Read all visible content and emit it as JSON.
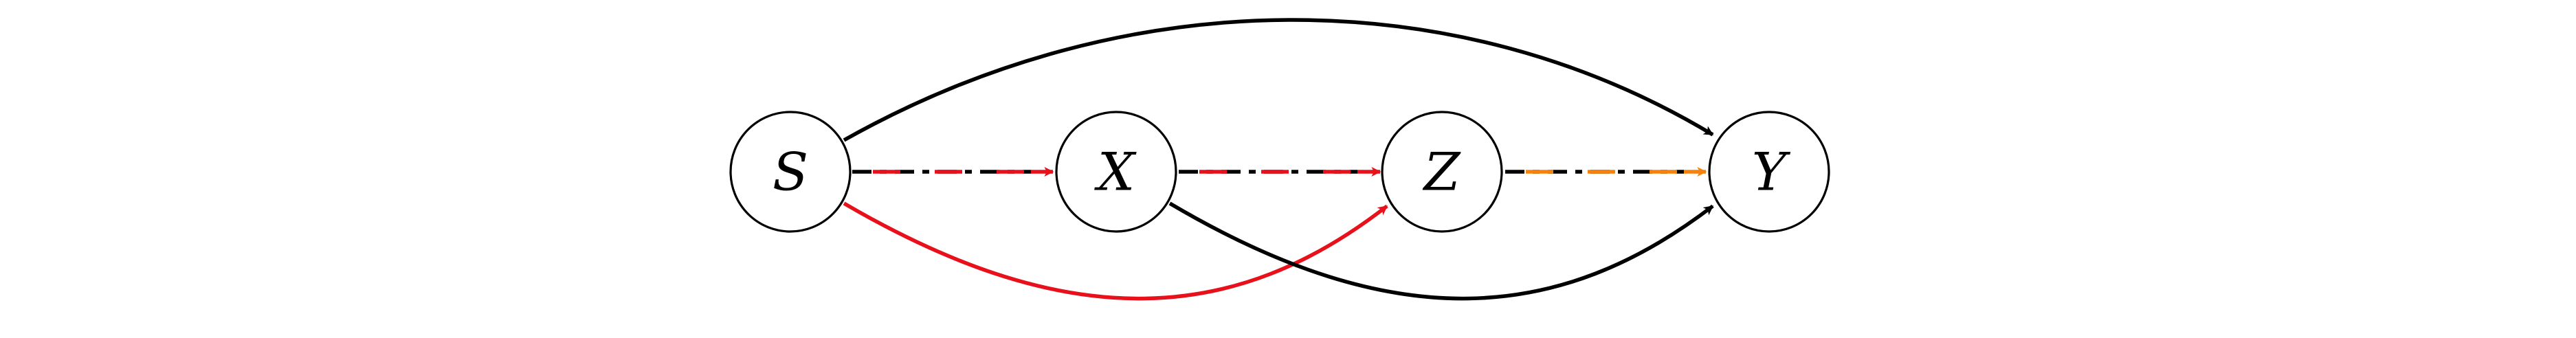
{
  "nodes": [
    {
      "id": "S",
      "label": "S"
    },
    {
      "id": "X",
      "label": "X"
    },
    {
      "id": "Z",
      "label": "Z"
    },
    {
      "id": "Y",
      "label": "Y"
    }
  ],
  "edges": [
    {
      "from": "S",
      "to": "Y",
      "style": "solid",
      "color": "#000000",
      "route": "over"
    },
    {
      "from": "S",
      "to": "X",
      "style": "dash-dot",
      "color": "#000000",
      "accent": "#e8111b"
    },
    {
      "from": "X",
      "to": "Z",
      "style": "dash-dot",
      "color": "#000000",
      "accent": "#e8111b"
    },
    {
      "from": "Z",
      "to": "Y",
      "style": "dash-dot",
      "color": "#000000",
      "accent": "#f5820d"
    },
    {
      "from": "S",
      "to": "Z",
      "style": "solid",
      "color": "#e8111b",
      "route": "under"
    },
    {
      "from": "X",
      "to": "Y",
      "style": "solid",
      "color": "#000000",
      "route": "under"
    }
  ],
  "colors": {
    "black": "#000000",
    "red": "#e8111b",
    "orange": "#f5820d"
  }
}
